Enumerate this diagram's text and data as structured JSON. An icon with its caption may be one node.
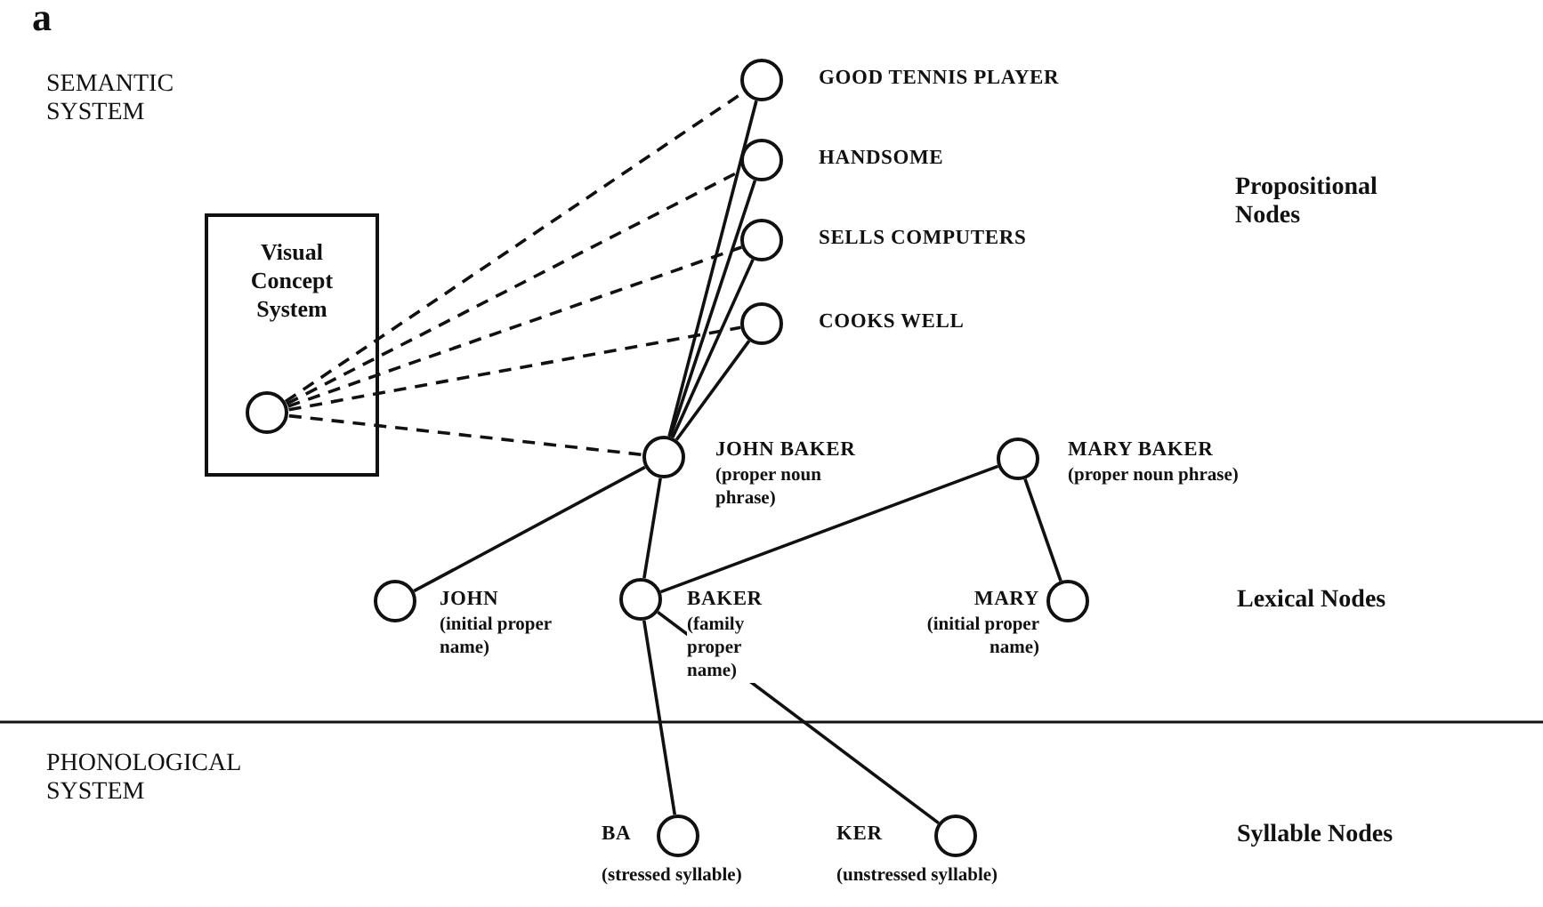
{
  "diagram": {
    "nodes": [
      {
        "text": [
          "Visual Concept System"
        ]
      },
      {
        "text": [],
        "shape": "circle",
        "in": 0
      },
      {
        "text": [],
        "shape": "circle",
        "beside": [
          "GOOD TENNIS PLAYER"
        ]
      },
      {
        "text": [],
        "shape": "circle",
        "beside": [
          "HANDSOME"
        ]
      },
      {
        "text": [],
        "shape": "circle",
        "beside": [
          "SELLS COMPUTERS"
        ]
      },
      {
        "text": [],
        "shape": "circle",
        "beside": [
          "COOKS WELL"
        ]
      },
      {
        "text": [],
        "shape": "circle",
        "beside": [
          "JOHN BAKER",
          "(proper noun phrase)"
        ]
      },
      {
        "text": [],
        "shape": "circle",
        "beside": [
          "MARY BAKER",
          "(proper noun phrase)"
        ]
      },
      {
        "text": [],
        "shape": "circle",
        "beside": [
          "JOHN",
          "(initial proper name)"
        ]
      },
      {
        "text": [],
        "shape": "circle",
        "beside": [
          "BAKER",
          "(family proper name)"
        ]
      },
      {
        "text": [],
        "shape": "circle",
        "beside": [
          "MARY",
          "(initial proper name)"
        ]
      },
      {
        "text": [],
        "shape": "circle",
        "beside": [
          "BA",
          "(stressed syllable)"
        ]
      },
      {
        "text": [],
        "shape": "circle",
        "beside": [
          "KER",
          "(unstressed syllable)"
        ]
      }
    ],
    "edges": [
      {
        "from": 1,
        "to": 2,
        "arrow": "none",
        "style": "dashed"
      },
      {
        "from": 1,
        "to": 3,
        "arrow": "none",
        "style": "dashed"
      },
      {
        "from": 1,
        "to": 4,
        "arrow": "none",
        "style": "dashed"
      },
      {
        "from": 1,
        "to": 5,
        "arrow": "none",
        "style": "dashed"
      },
      {
        "from": 1,
        "to": 6,
        "arrow": "none",
        "style": "dashed"
      },
      {
        "from": 6,
        "to": 2,
        "arrow": "none"
      },
      {
        "from": 6,
        "to": 3,
        "arrow": "none"
      },
      {
        "from": 6,
        "to": 4,
        "arrow": "none"
      },
      {
        "from": 6,
        "to": 5,
        "arrow": "none"
      },
      {
        "from": 6,
        "to": 8,
        "arrow": "none"
      },
      {
        "from": 6,
        "to": 9,
        "arrow": "none"
      },
      {
        "from": 9,
        "to": 7,
        "arrow": "none"
      },
      {
        "from": 7,
        "to": 10,
        "arrow": "none"
      },
      {
        "from": 9,
        "to": 11,
        "arrow": "none"
      },
      {
        "from": 9,
        "to": 12,
        "arrow": "none"
      }
    ],
    "labels": [
      "a",
      "SEMANTIC SYSTEM",
      "Propositional Nodes",
      "Lexical Nodes",
      "PHONOLOGICAL SYSTEM",
      "Syllable Nodes"
    ]
  }
}
